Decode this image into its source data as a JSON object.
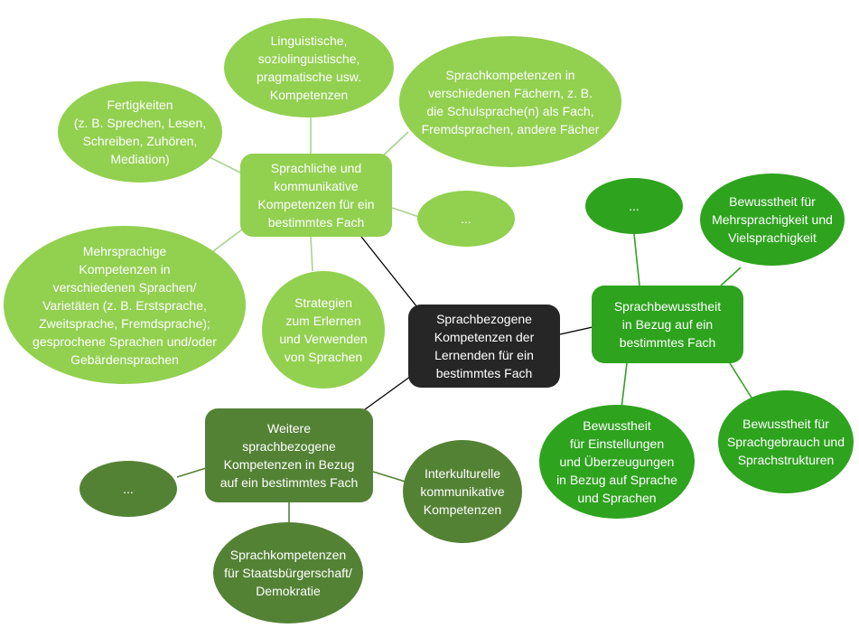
{
  "colors": {
    "light_green": "#92d050",
    "olive_green": "#548235",
    "bright_green": "#2ea31e",
    "center_black": "#262626",
    "line_light": "#a9d18e",
    "line_dark": "#000000"
  },
  "nodes": {
    "center": "Sprachbezogene\nKompetenzen der\nLernenden für ein\nbestimmtes Fach",
    "lang_comm": "Sprachliche und\nkommunikative\nKompetenzen für ein\nbestimmtes Fach",
    "linguistic": "Linguistische,\nsoziolinguistische,\npragmatische usw.\nKompetenzen",
    "subjects": "Sprachkompetenzen in\nverschiedenen Fächern, z. B.\ndie Schulsprache(n) als Fach,\nFremdsprachen, andere Fächer",
    "skills": "Fertigkeiten\n(z. B. Sprechen, Lesen,\nSchreiben, Zuhören,\nMediation)",
    "more_light": "...",
    "multilingual": "Mehrsprachige\nKompetenzen in\nverschiedenen Sprachen/\nVarietäten (z. B. Erstsprache,\nZweitsprache, Fremdsprache);\ngesprochene Sprachen und/oder\nGebärdensprachen",
    "strategies": "Strategien\nzum Erlernen\nund Verwenden\nvon Sprachen",
    "awareness": "Sprachbewusstheit\nin Bezug auf ein\nbestimmtes Fach",
    "more_bright": "...",
    "multi_awareness": "Bewusstheit für\nMehrsprachigkeit und\nVielsprachigkeit",
    "attitudes": "Bewusstheit\nfür Einstellungen\nund Überzeugungen\nin Bezug auf Sprache\nund Sprachen",
    "usage": "Bewusstheit für\nSprachgebrauch und\nSprachstrukturen",
    "further": "Weitere\nsprachbezogene\nKompetenzen in Bezug\nauf ein bestimmtes Fach",
    "more_olive": "...",
    "intercultural": "Interkulturelle\nkommunikative\nKompetenzen",
    "citizenship": "Sprachkompetenzen\nfür Staatsbürgerschaft/\nDemokratie"
  }
}
